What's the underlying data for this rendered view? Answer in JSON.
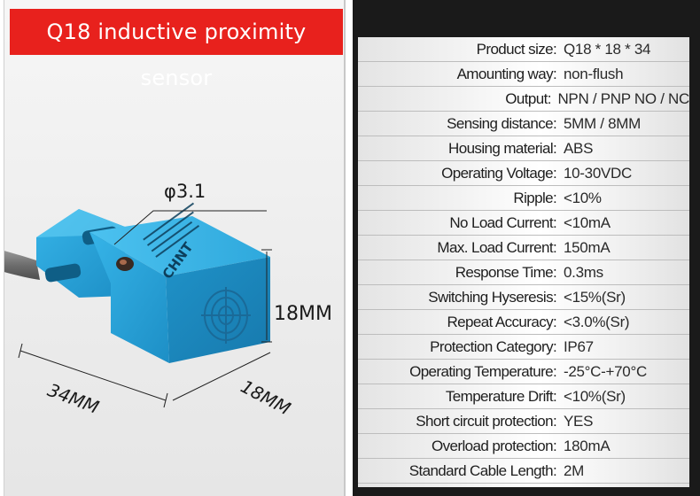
{
  "banner": {
    "title": "Q18 inductive proximity sensor"
  },
  "dimensions": {
    "hole": "φ3.1",
    "height": "18MM",
    "width": "18MM",
    "length": "34MM"
  },
  "sensor_marking": {
    "brand": "CHNT"
  },
  "specs": [
    {
      "label": "Product size",
      "value": "Q18 * 18 * 34"
    },
    {
      "label": "Amounting way",
      "value": "non-flush"
    },
    {
      "label": "Output",
      "value": "NPN / PNP NO / NC"
    },
    {
      "label": "Sensing distance",
      "value": "5MM / 8MM"
    },
    {
      "label": "Housing material",
      "value": "ABS"
    },
    {
      "label": "Operating Voltage",
      "value": "10-30VDC"
    },
    {
      "label": "Ripple",
      "value": "<10%"
    },
    {
      "label": "No Load Current",
      "value": "<10mA"
    },
    {
      "label": "Max. Load Current",
      "value": "150mA"
    },
    {
      "label": "Response Time",
      "value": "0.3ms"
    },
    {
      "label": "Switching Hyseresis",
      "value": "<15%(Sr)"
    },
    {
      "label": "Repeat Accuracy",
      "value": "<3.0%(Sr)"
    },
    {
      "label": "Protection Category",
      "value": "IP67"
    },
    {
      "label": "Operating Temperature",
      "value": "-25°C-+70°C"
    },
    {
      "label": "Temperature Drift",
      "value": "<10%(Sr)"
    },
    {
      "label": "Short circuit protection",
      "value": "YES"
    },
    {
      "label": "Overload protection",
      "value": "180mA"
    },
    {
      "label": "Standard Cable Length",
      "value": "2M"
    }
  ],
  "colors": {
    "banner": "#e8211d",
    "sensor_body": "#2aa6dc",
    "right_background": "#1a1a1a"
  }
}
